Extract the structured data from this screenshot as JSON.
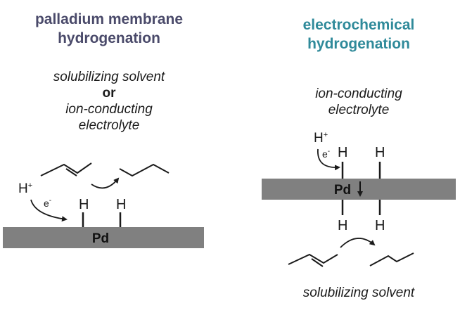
{
  "colors": {
    "left_title": "#4a4a6a",
    "right_title": "#2f8a9a",
    "membrane": "#808080",
    "ink": "#1a1a1a"
  },
  "left": {
    "title_line1": "palladium membrane",
    "title_line2": "hydrogenation",
    "caption_line1": "solubilizing solvent",
    "caption_or": "or",
    "caption_line2": "ion-conducting",
    "caption_line3": "electrolyte",
    "proton_label": "H",
    "proton_charge": "+",
    "electron_label": "e",
    "electron_charge": "-",
    "hydrogen_1": "H",
    "hydrogen_2": "H",
    "membrane_label": "Pd"
  },
  "right": {
    "title_line1": "electrochemical",
    "title_line2": "hydrogenation",
    "caption_line1": "ion-conducting",
    "caption_line2": "electrolyte",
    "proton_label": "H",
    "proton_charge": "+",
    "electron_label": "e",
    "electron_charge": "-",
    "hydrogen_top_1": "H",
    "hydrogen_top_2": "H",
    "membrane_label": "Pd",
    "hydrogen_bottom_1": "H",
    "hydrogen_bottom_2": "H",
    "bottom_caption": "solubilizing solvent"
  }
}
